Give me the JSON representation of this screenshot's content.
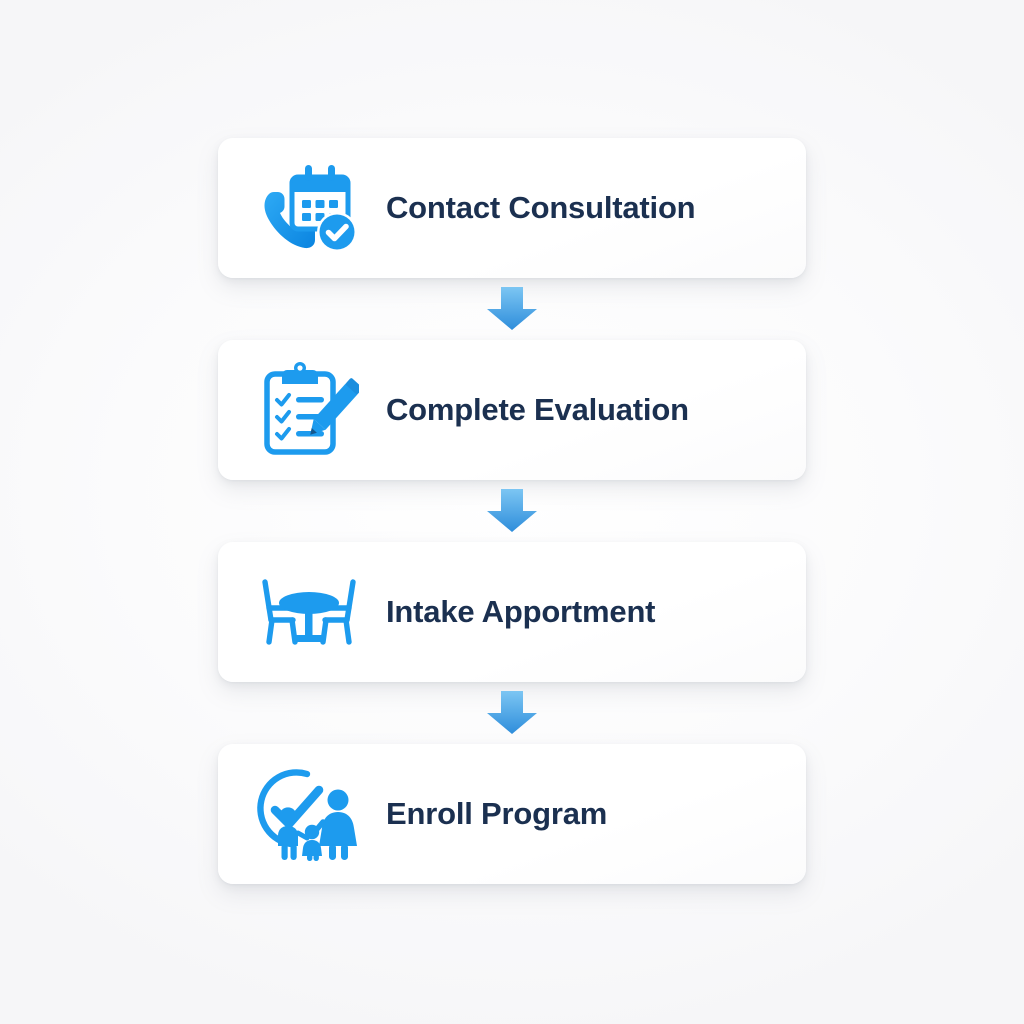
{
  "diagram": {
    "type": "vertical-flowchart",
    "title": "",
    "background_color": "#fbfbfc",
    "card_color": "#ffffff",
    "accent_color": "#1d9bee",
    "text_color": "#1b3050",
    "arrow_color_top": "#6ec1f2",
    "arrow_color_bottom": "#2f8fdd",
    "steps": [
      {
        "index": 1,
        "label": "Contact Consultation",
        "icon": "phone-calendar-check-icon"
      },
      {
        "index": 2,
        "label": "Complete Evaluation",
        "icon": "clipboard-checklist-pencil-icon"
      },
      {
        "index": 3,
        "label": "Intake Apportment",
        "icon": "table-chairs-icon"
      },
      {
        "index": 4,
        "label": "Enroll Program",
        "icon": "check-circle-family-icon"
      }
    ],
    "connectors": [
      {
        "index": 1,
        "icon": "arrow-down-icon"
      },
      {
        "index": 2,
        "icon": "arrow-down-icon"
      },
      {
        "index": 3,
        "icon": "arrow-down-icon"
      }
    ]
  }
}
